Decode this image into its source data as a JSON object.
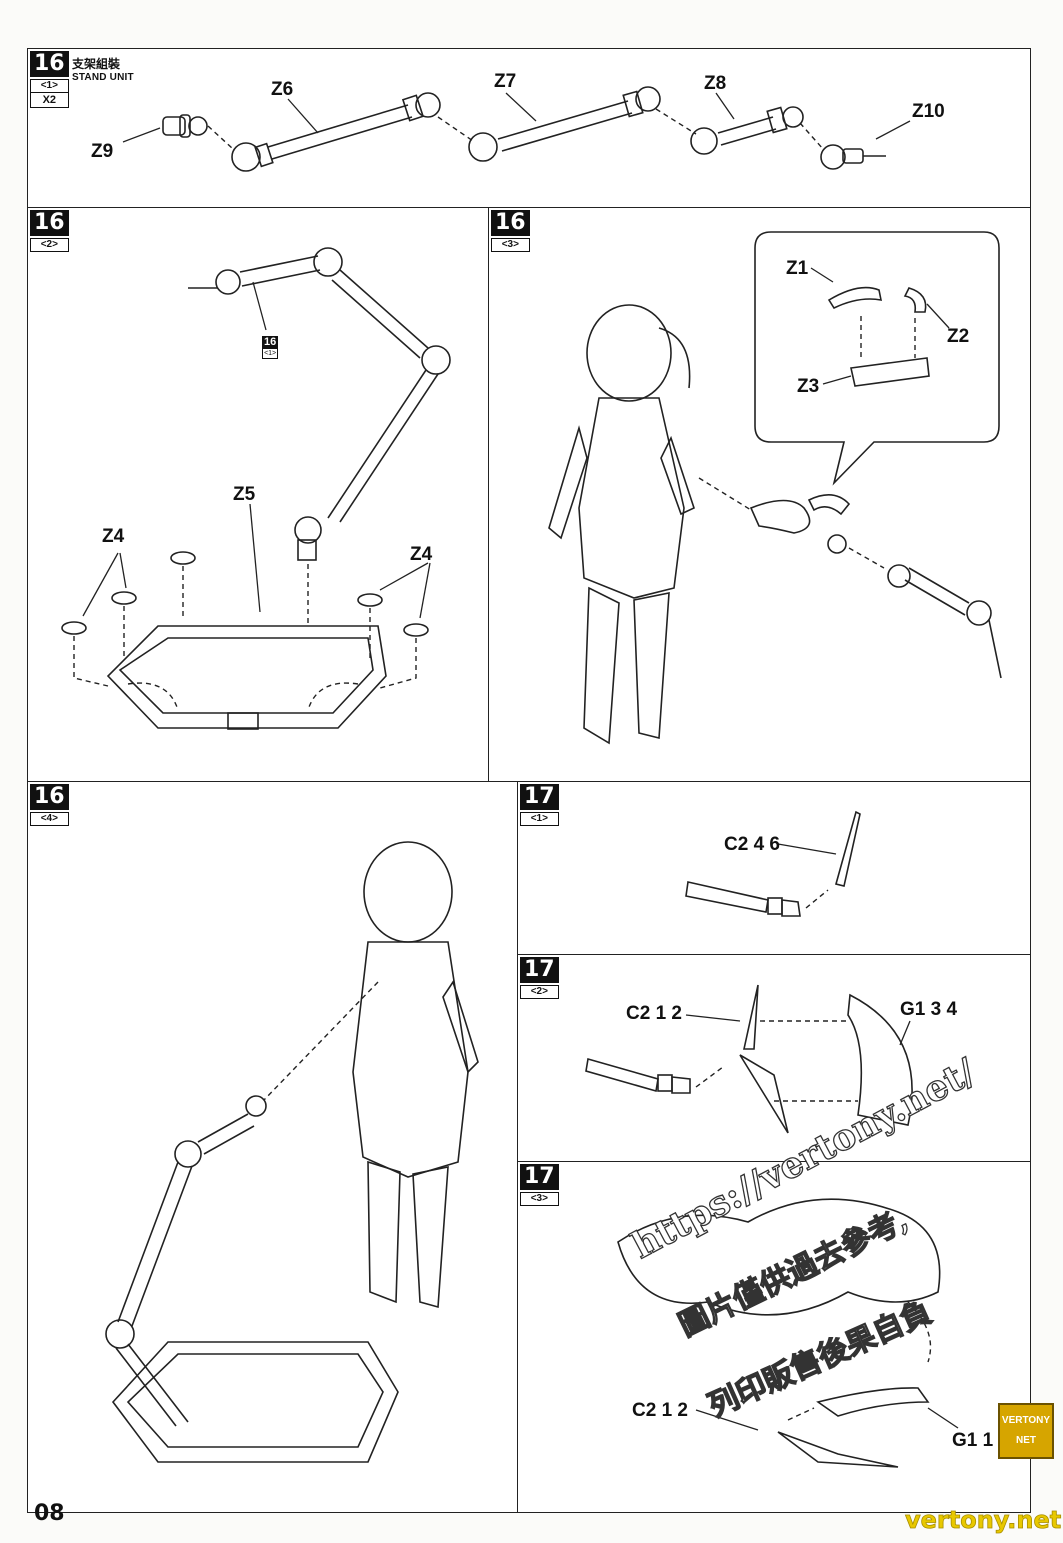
{
  "page_number": "08",
  "site_badge": "VERTONY NET",
  "site_url": "vertony.net",
  "watermark": {
    "line1": "https://vertony.net/",
    "line2": "圖片僅供過去參考,",
    "line3": "列印販售後果自負"
  },
  "panels": {
    "p16_1": {
      "step": "16",
      "sub": "<1>",
      "mult": "X2",
      "title_cn": "支架組裝",
      "title_en": "STAND UNIT",
      "labels": {
        "z9": "Z9",
        "z6": "Z6",
        "z7": "Z7",
        "z8": "Z8",
        "z10": "Z10"
      }
    },
    "p16_2": {
      "step": "16",
      "sub": "<2>",
      "ref_step": "16",
      "ref_sub": "<1>",
      "labels": {
        "z5": "Z5",
        "z4_left": "Z4",
        "z4_right": "Z4"
      }
    },
    "p16_3": {
      "step": "16",
      "sub": "<3>",
      "labels": {
        "z1": "Z1",
        "z2": "Z2",
        "z3": "Z3"
      }
    },
    "p16_4": {
      "step": "16",
      "sub": "<4>"
    },
    "p17_1": {
      "step": "17",
      "sub": "<1>",
      "labels": {
        "c2": "C2 4 6"
      }
    },
    "p17_2": {
      "step": "17",
      "sub": "<2>",
      "labels": {
        "c2": "C2 1 2",
        "g1": "G1 3 4"
      }
    },
    "p17_3": {
      "step": "17",
      "sub": "<3>",
      "labels": {
        "c2": "C2 1 2",
        "g1": "G1 1 2"
      }
    }
  }
}
